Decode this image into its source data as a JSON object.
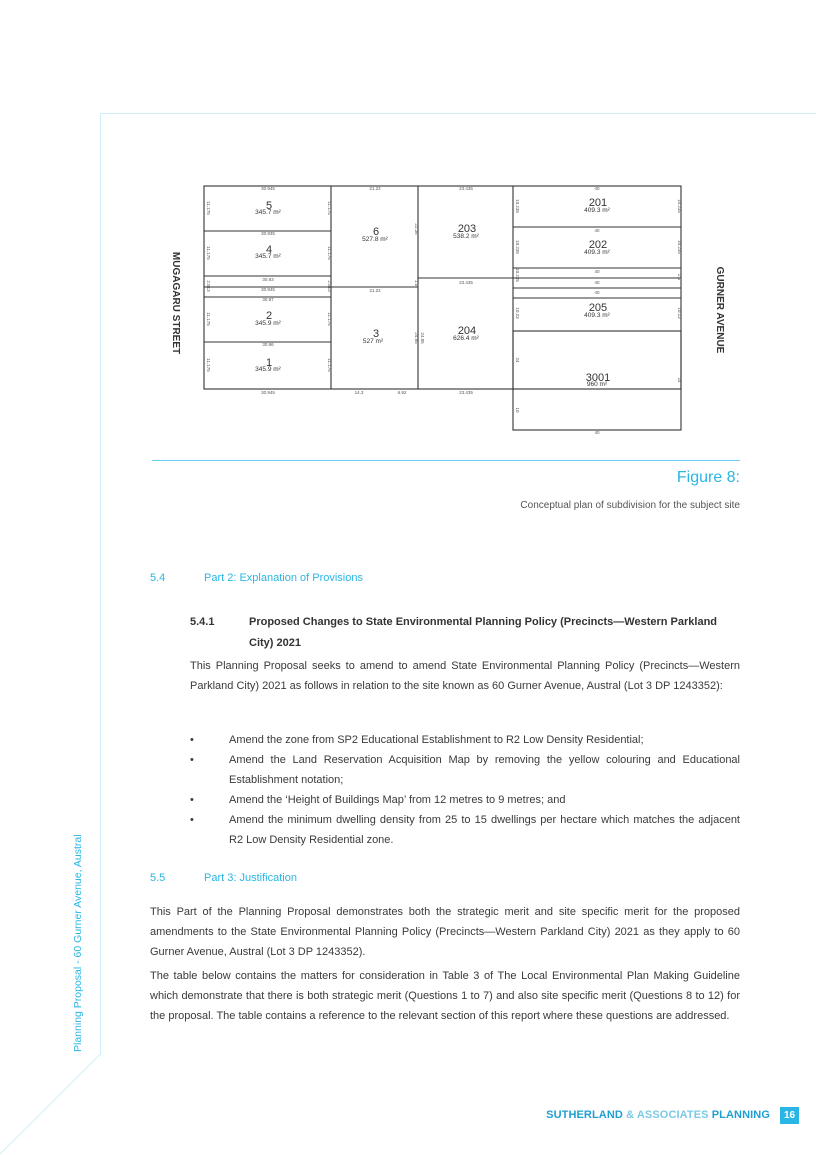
{
  "side_text": "Planning Proposal - 60 Gurner Avenue, Austral",
  "figure": {
    "street_left": "MUGAGARU STREET",
    "street_right": "GURNER AVENUE",
    "lots": [
      {
        "id": "lot-5",
        "number": "5",
        "area": "345.7 m²"
      },
      {
        "id": "lot-4",
        "number": "4",
        "area": "345.7 m²"
      },
      {
        "id": "lot-2",
        "number": "2",
        "area": "345.9 m²"
      },
      {
        "id": "lot-1",
        "number": "1",
        "area": "345.9 m²"
      },
      {
        "id": "lot-6",
        "number": "6",
        "area": "527.8 m²"
      },
      {
        "id": "lot-3",
        "number": "3",
        "area": "527 m²"
      },
      {
        "id": "lot-203",
        "number": "203",
        "area": "538.2 m²"
      },
      {
        "id": "lot-204",
        "number": "204",
        "area": "626.4 m²"
      },
      {
        "id": "lot-201",
        "number": "201",
        "area": "409.3 m²"
      },
      {
        "id": "lot-202",
        "number": "202",
        "area": "409.3 m²"
      },
      {
        "id": "lot-205",
        "number": "205",
        "area": "409.3 m²"
      },
      {
        "id": "lot-3001",
        "number": "3001",
        "area": "960 m²"
      }
    ],
    "dims_h": [
      "30.945",
      "21.22",
      "23.435",
      "40",
      "30.935",
      "30.93",
      "30.945",
      "21.22",
      "23.435",
      "40",
      "40",
      "40",
      "40",
      "30.97",
      "30.96",
      "30.945",
      "14.3",
      "6.92",
      "23.435",
      "40"
    ],
    "dims_v": [
      "11.175",
      "11.175",
      "11.175",
      "11.175",
      "11.175",
      "11.175",
      "11.175",
      "11.175",
      "2.513",
      "2.513",
      "10.235",
      "10.235",
      "10.235",
      "10.235",
      "10.235",
      "10.23",
      "10.23",
      "24.85",
      "24.85",
      "22.36",
      "1.5",
      "2.5",
      "24",
      "24",
      "10"
    ],
    "title": "Figure 8:",
    "caption": "Conceptual plan of subdivision for the subject site"
  },
  "section_54": {
    "number": "5.4",
    "title": "Part 2: Explanation of Provisions"
  },
  "section_541": {
    "number": "5.4.1",
    "title": "Proposed Changes to State Environmental Planning Policy (Precincts—Western Parkland City) 2021"
  },
  "para_541": "This Planning Proposal seeks to amend to amend State Environmental Planning Policy (Precincts—Western Parkland City) 2021 as follows in relation to the site known as 60 Gurner Avenue, Austral (Lot 3 DP 1243352):",
  "bullet_symbol": "•",
  "bullets": [
    "Amend the zone from SP2 Educational Establishment to R2 Low Density Residential;",
    "Amend the Land Reservation Acquisition Map by removing the yellow colouring and Educational Establishment notation;",
    "Amend the ‘Height of Buildings Map’ from 12 metres to 9 metres; and",
    "Amend the minimum dwelling density from 25 to 15 dwellings per hectare which matches the adjacent R2 Low Density Residential zone."
  ],
  "section_55": {
    "number": "5.5",
    "title": "Part 3: Justification"
  },
  "para_55a": "This Part of the Planning Proposal demonstrates both the strategic merit and site specific merit for the proposed amendments to the State Environmental Planning Policy (Precincts—Western Parkland City) 2021 as they apply to 60 Gurner Avenue, Austral (Lot 3 DP 1243352).",
  "para_55b": "The table below contains the matters for consideration in Table 3 of The Local Environmental Plan Making Guideline which demonstrate that there is both strategic merit (Questions 1 to 7) and also site specific merit (Questions 8 to 12) for the proposal. The table contains a reference to the relevant section of this report where these questions are addressed.",
  "footer": {
    "brand_part1": "SUTHERLAND",
    "brand_amp": " & ASSOCIATES ",
    "brand_part2": "PLANNING",
    "page_number": "16"
  }
}
